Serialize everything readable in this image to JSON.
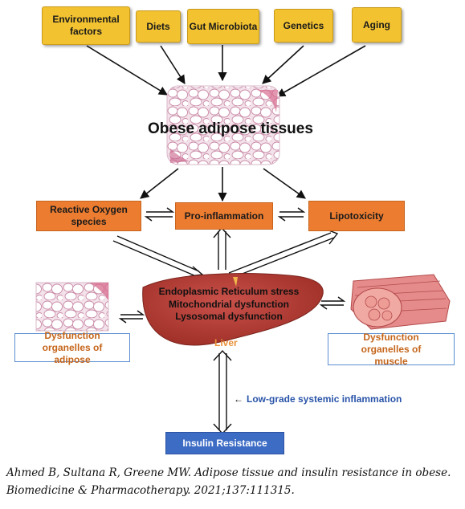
{
  "factors": [
    "Environmental factors",
    "Diets",
    "Gut Microbiota",
    "Genetics",
    "Aging"
  ],
  "center": {
    "title": "Obese adipose tissues"
  },
  "mechanisms": {
    "ros": "Reactive Oxygen species",
    "inflammation": "Pro-inflammation",
    "lipotoxicity": "Lipotoxicity"
  },
  "liver": {
    "stress_lines": [
      "Endoplasmic Reticulum stress",
      "Mitochondrial dysfunction",
      "Lysosomal dysfunction"
    ],
    "label": "Liver"
  },
  "organelles": {
    "adipose": "Dysfunction organelles of adipose",
    "muscle": "Dysfunction organelles of muscle"
  },
  "systemic": {
    "label": "Low-grade systemic inflammation",
    "arrow_glyph": "←"
  },
  "outcome": {
    "label": "Insulin Resistance"
  },
  "citation": "Ahmed B, Sultana R, Greene MW. Adipose tissue and insulin resistance in obese. Biomedicine & Pharmacotherapy. 2021;137:111315.",
  "colors": {
    "factor_box": "#f2c230",
    "mechanism_box": "#ec7c30",
    "outcome_box": "#3d6cc5",
    "organelle_border": "#5b8fd0",
    "liver": "#b83a2e",
    "inflammation_text": "#2a54a8"
  }
}
